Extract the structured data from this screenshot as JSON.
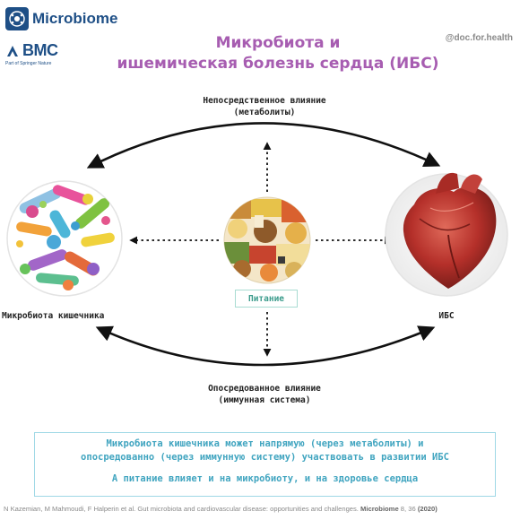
{
  "header": {
    "microbiome_logo": "Microbiome",
    "bmc_logo": "BMC",
    "bmc_tagline": "Part of Springer Nature",
    "handle": "@doc.for.health",
    "title_line1": "Микробиота и",
    "title_line2": "ишемическая болезнь сердца (ИБС)"
  },
  "diagram": {
    "direct_influence_line1": "Непосредственное влияние",
    "direct_influence_line2": "(метаболиты)",
    "indirect_influence_line1": "Опосредованное влияние",
    "indirect_influence_line2": "(иммунная система)",
    "microbiota_label": "Микробиота кишечника",
    "ibs_label": "ИБС",
    "food_label": "Питание"
  },
  "summary": {
    "line1": "Микробиота кишечника может напрямую (через метаболиты) и",
    "line2": "опосредованно (через иммунную систему) участвовать в развитии ИБС",
    "line3": "А питание влияет и на микробиоту, и на здоровье сердца"
  },
  "citation": {
    "text": "N Kazemian, M Mahmoudi, F Halperin et al. Gut microbiota and cardiovascular disease: opportunities and challenges.",
    "journal": "Microbiome",
    "ref": "8, 36",
    "year": "(2020)"
  },
  "colors": {
    "title": "#a75db1",
    "summary_text": "#41a5c0",
    "summary_border": "#9fd8e6",
    "food_label": "#3a9b8b",
    "logo": "#1e4f86",
    "heart": "#c0362c"
  }
}
